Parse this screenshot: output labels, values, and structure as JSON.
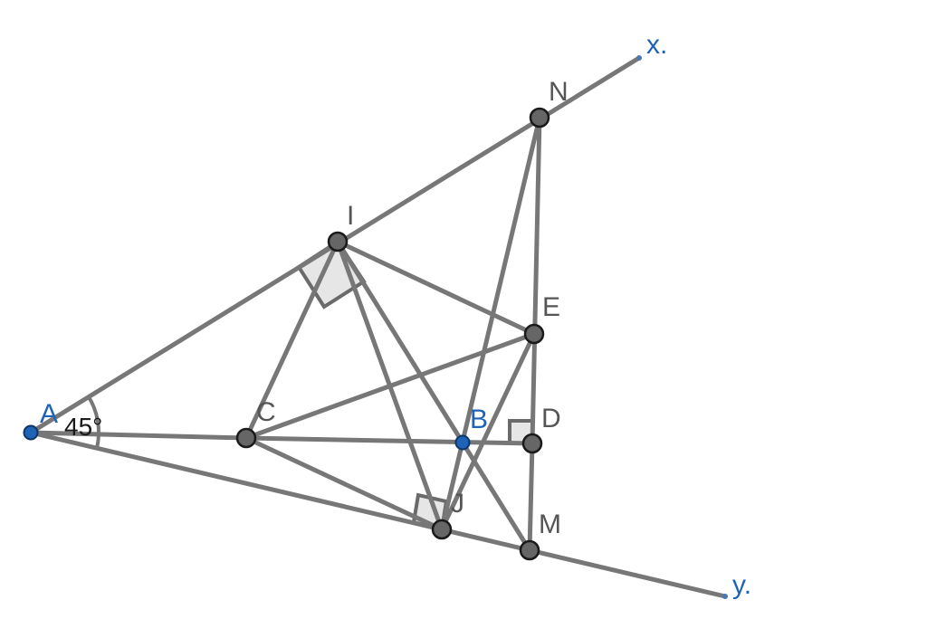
{
  "figure": {
    "angle_label": "45°",
    "points": {
      "A": "A",
      "B": "B",
      "C": "C",
      "D": "D",
      "E": "E",
      "I": "I",
      "J": "J",
      "M": "M",
      "N": "N"
    },
    "rays": {
      "x": "x.",
      "y": "y."
    },
    "colors": {
      "segment": "#777777",
      "free_point": "#1e63b5",
      "dependent_point": "#666666",
      "right_angle_fill": "#e6e6e6"
    }
  }
}
